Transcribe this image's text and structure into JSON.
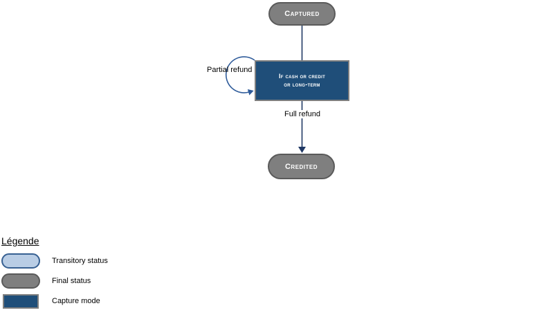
{
  "diagram": {
    "nodes": {
      "captured": {
        "label": "Captured"
      },
      "condition": {
        "label_line1": "If cash or credit",
        "label_line2": "or long-term"
      },
      "credited": {
        "label": "Credited"
      }
    },
    "edges": {
      "captured_to_condition": {
        "from": "captured",
        "to": "condition"
      },
      "partial_refund": {
        "label": "Partial refund",
        "from": "condition",
        "to": "condition"
      },
      "full_refund": {
        "label": "Full refund",
        "from": "condition",
        "to": "credited"
      }
    }
  },
  "legend": {
    "title": "Légende",
    "items": [
      {
        "name": "transitory-status",
        "label": "Transitory status"
      },
      {
        "name": "final-status",
        "label": "Final status"
      },
      {
        "name": "capture-mode",
        "label": "Capture mode"
      }
    ]
  },
  "colors": {
    "final_status_fill": "#7F7F7F",
    "final_status_border": "#5A5A5A",
    "capture_mode_fill": "#1F4E79",
    "capture_mode_border": "#7F7F7F",
    "transitory_fill": "#B9CDE5",
    "transitory_border": "#376092",
    "connector": "#1F3864",
    "loop_arrow": "#2E5B9A",
    "node_text": "#FFFFFF",
    "label_text": "#000000",
    "background": "#FFFFFF"
  }
}
